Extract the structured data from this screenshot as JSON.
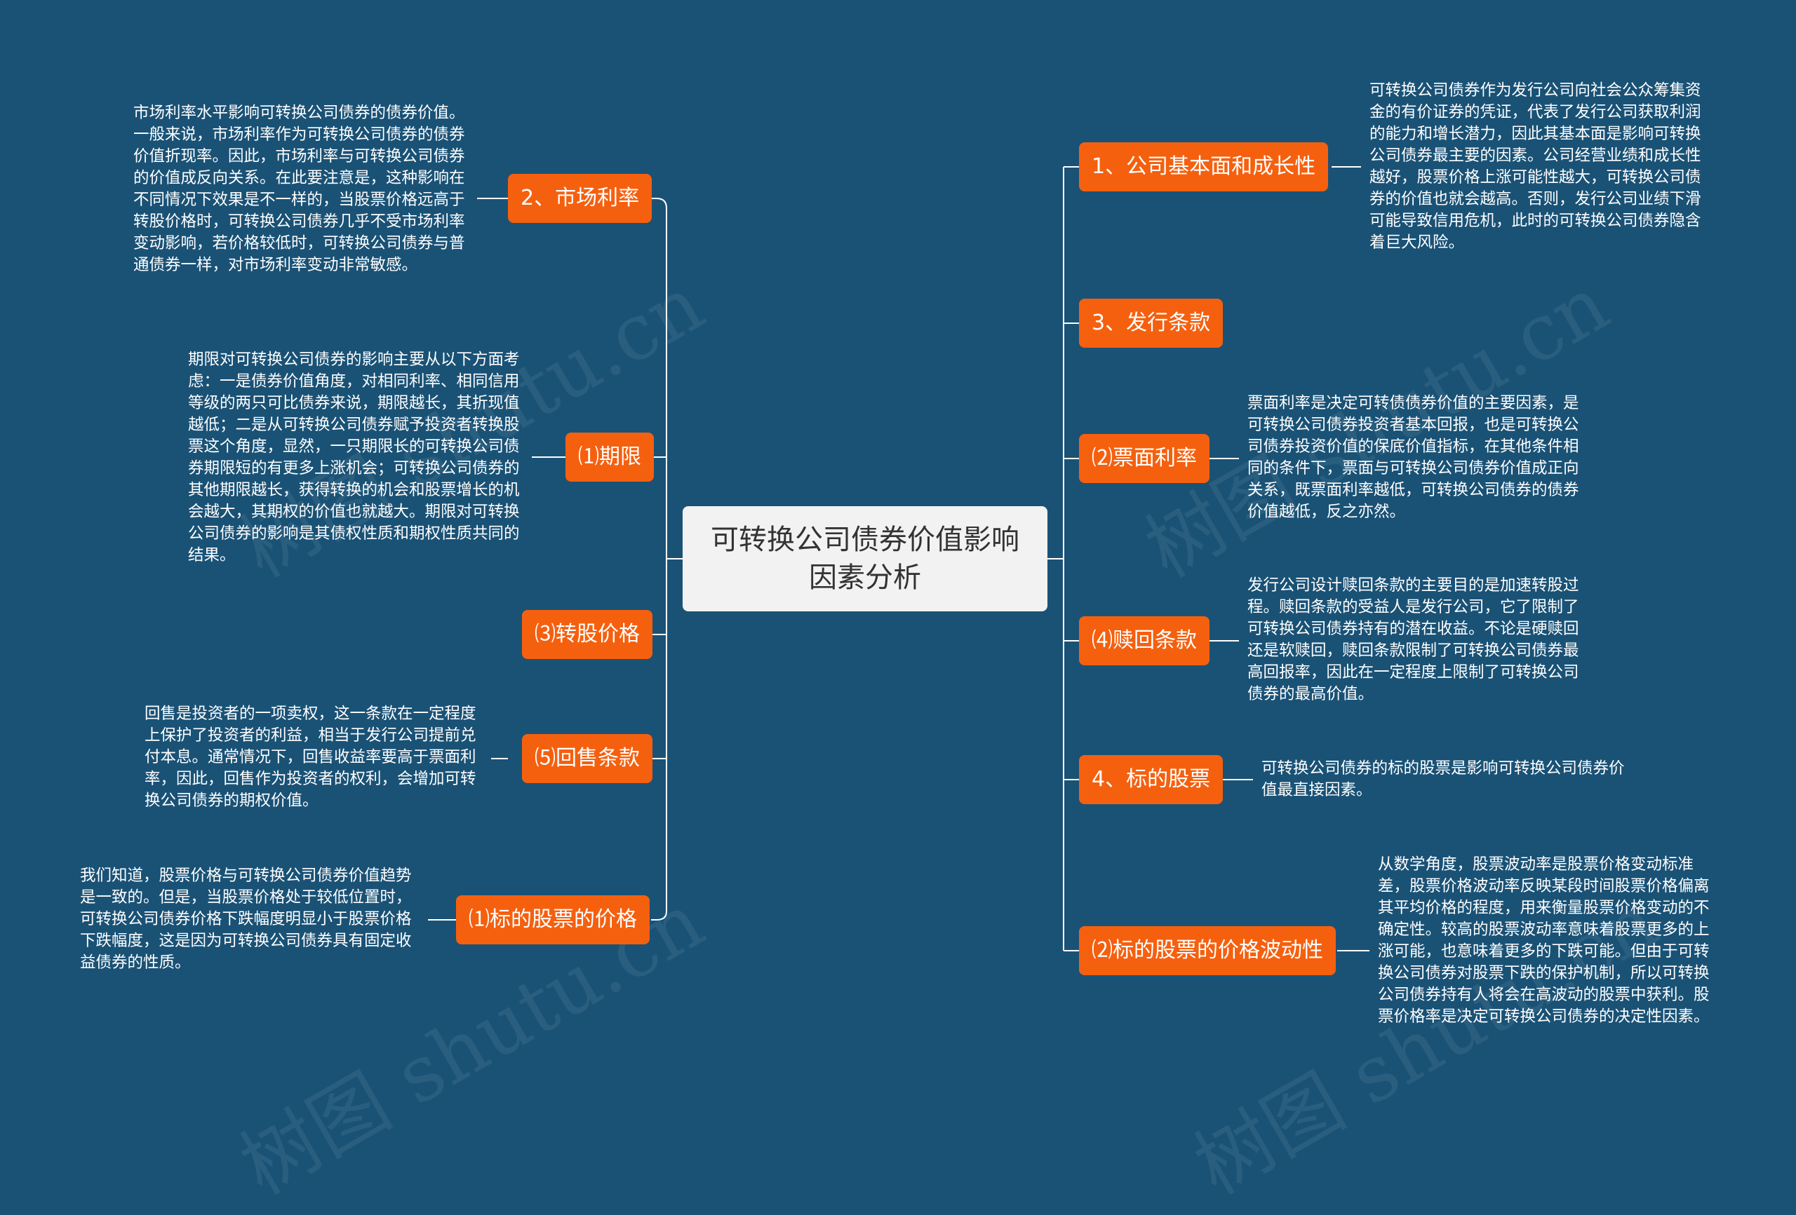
{
  "center": {
    "title": "可转换公司债券价值影响因素分析"
  },
  "watermarks": [
    "树图 shutu.cn",
    "树图 shutu.cn",
    "树图 shutu.cn",
    "树图 shutu.cn"
  ],
  "left": [
    {
      "label": "2、市场利率",
      "desc": "市场利率水平影响可转换公司债券的债券价值。一般来说，市场利率作为可转换公司债券的债券价值折现率。因此，市场利率与可转换公司债券的价值成反向关系。在此要注意是，这种影响在不同情况下效果是不一样的，当股票价格远高于转股价格时，可转换公司债券几乎不受市场利率变动影响，若价格较低时，可转换公司债券与普通债券一样，对市场利率变动非常敏感。"
    },
    {
      "label": "⑴期限",
      "desc": "期限对可转换公司债券的影响主要从以下方面考虑：一是债券价值角度，对相同利率、相同信用等级的两只可比债券来说，期限越长，其折现值越低；二是从可转换公司债券赋予投资者转换股票这个角度，显然，一只期限长的可转换公司债券期限短的有更多上涨机会；可转换公司债券的其他期限越长，获得转换的机会和股票增长的机会越大，其期权的价值也就越大。期限对可转换公司债券的影响是其债权性质和期权性质共同的结果。"
    },
    {
      "label": "⑶转股价格",
      "desc": ""
    },
    {
      "label": "⑸回售条款",
      "desc": "回售是投资者的一项卖权，这一条款在一定程度上保护了投资者的利益，相当于发行公司提前兑付本息。通常情况下，回售收益率要高于票面利率，因此，回售作为投资者的权利，会增加可转换公司债券的期权价值。"
    },
    {
      "label": "⑴标的股票的价格",
      "desc": "我们知道，股票价格与可转换公司债券价值趋势是一致的。但是，当股票价格处于较低位置时，可转换公司债券价格下跌幅度明显小于股票价格下跌幅度，这是因为可转换公司债券具有固定收益债券的性质。"
    }
  ],
  "right": [
    {
      "label": "1、公司基本面和成长性",
      "desc": "可转换公司债券作为发行公司向社会公众筹集资金的有价证券的凭证，代表了发行公司获取利润的能力和增长潜力，因此其基本面是影响可转换公司债券最主要的因素。公司经营业绩和成长性越好，股票价格上涨可能性越大，可转换公司债券的价值也就会越高。否则，发行公司业绩下滑可能导致信用危机，此时的可转换公司债券隐含着巨大风险。"
    },
    {
      "label": "3、发行条款",
      "desc": ""
    },
    {
      "label": "⑵票面利率",
      "desc": "票面利率是决定可转债债券价值的主要因素，是可转换公司债券投资者基本回报，也是可转换公司债券投资价值的保底价值指标，在其他条件相同的条件下，票面与可转换公司债券价值成正向关系，既票面利率越低，可转换公司债券的债券价值越低，反之亦然。"
    },
    {
      "label": "⑷赎回条款",
      "desc": "发行公司设计赎回条款的主要目的是加速转股过程。赎回条款的受益人是发行公司，它了限制了可转换公司债券持有的潜在收益。不论是硬赎回还是软赎回，赎回条款限制了可转换公司债券最高回报率，因此在一定程度上限制了可转换公司债券的最高价值。"
    },
    {
      "label": "4、标的股票",
      "desc": "可转换公司债券的标的股票是影响可转换公司债券价值最直接因素。"
    },
    {
      "label": "⑵标的股票的价格波动性",
      "desc": "从数学角度，股票波动率是股票价格变动标准差，股票价格波动率反映某段时间股票价格偏离其平均价格的程度，用来衡量股票价格变动的不确定性。较高的股票波动率意味着股票更多的上涨可能，也意味着更多的下跌可能。但由于可转换公司债券对股票下跌的保护机制，所以可转换公司债券持有人将会在高波动的股票中获利。股票价格率是决定可转换公司债券的决定性因素。"
    }
  ],
  "colors": {
    "background": "#1a5276",
    "node": "#f5600f",
    "center": "#f2f2f2",
    "line": "#ffffff"
  }
}
